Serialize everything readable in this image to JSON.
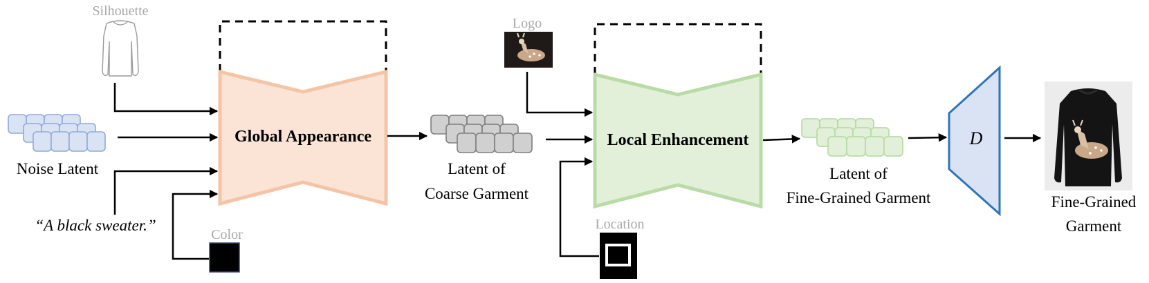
{
  "inputs": {
    "silhouette_label": "Silhouette",
    "noise_label": "Noise Latent",
    "prompt_text": "“A black sweater.”",
    "color_label": "Color",
    "logo_label": "Logo",
    "location_label": "Location"
  },
  "modules": {
    "global": "Global Appearance",
    "local": "Local Enhancement",
    "decoder": "D"
  },
  "latents": {
    "coarse_line1": "Latent of",
    "coarse_line2": "Coarse Garment",
    "fine_line1": "Latent of",
    "fine_line2": "Fine-Grained Garment"
  },
  "output": {
    "line1": "Fine-Grained",
    "line2": "Garment"
  },
  "colors": {
    "global_fill": "#fbe3d6",
    "global_stroke": "#f5c4a4",
    "local_fill": "#e2f0d9",
    "local_stroke": "#b9dca6",
    "noise_fill": "#dae3f3",
    "noise_stroke": "#8faadc",
    "coarse_fill": "#d0d0d0",
    "coarse_stroke": "#7f7f7f",
    "fine_fill": "#e2f0d9",
    "fine_stroke": "#b9dca6",
    "decoder_fill": "#dae3f3",
    "decoder_stroke": "#2e75b6"
  }
}
